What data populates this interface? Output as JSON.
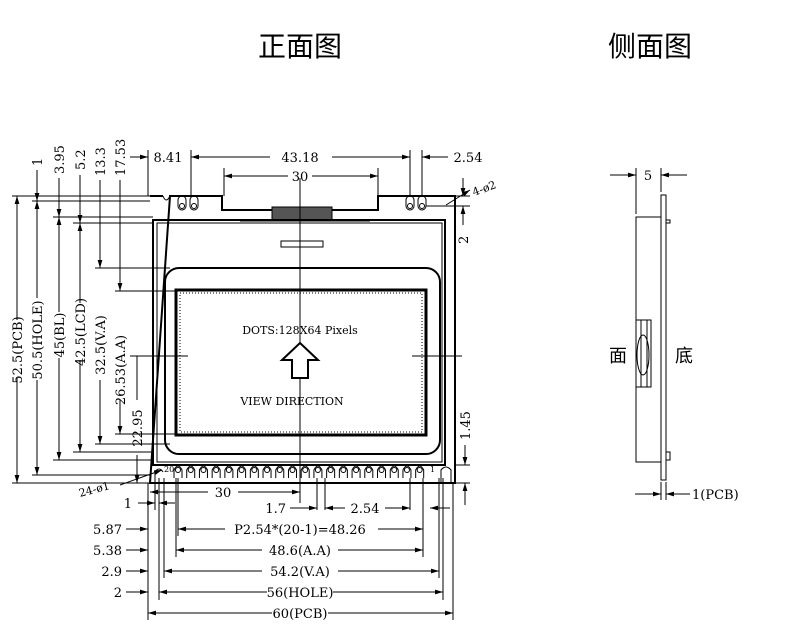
{
  "titles": {
    "front": "正面图",
    "side": "侧面图"
  },
  "front": {
    "dots_label": "DOTS:128X64   Pixels",
    "view_direction": "VIEW DIRECTION",
    "pin_first": "20",
    "pin_last": "1",
    "top_dims": {
      "d1": "8.41",
      "d2": "43.18",
      "d3": "2.54",
      "d4": "30",
      "holes": "4-ø2",
      "d5": "2"
    },
    "left_dims": {
      "pcb": "52.5(PCB)",
      "hole": "50.5(HOLE)",
      "bl": "45(BL)",
      "lcd": "42.5(LCD)",
      "va": "32.5(V.A)",
      "aa": "26.53(A.A)",
      "center": "22.95",
      "o1": "1",
      "o2": "3.95",
      "o3": "5.2",
      "o4": "13.3",
      "o5": "17.53"
    },
    "right_dims": {
      "d1": "1.45"
    },
    "bottom_dims": {
      "pins": "24-ø1",
      "half": "30",
      "o1": "1",
      "d17": "1.7",
      "d254": "2.54",
      "o587": "5.87",
      "pitch": "P2.54*(20-1)=48.26",
      "o538": "5.38",
      "aa": "48.6(A.A)",
      "o29": "2.9",
      "va": "54.2(V.A)",
      "o2": "2",
      "hole": "56(HOLE)",
      "pcb": "60(PCB)"
    }
  },
  "side": {
    "thickness": "5",
    "pcb": "1(PCB)",
    "face": "面",
    "bottom": "底"
  }
}
